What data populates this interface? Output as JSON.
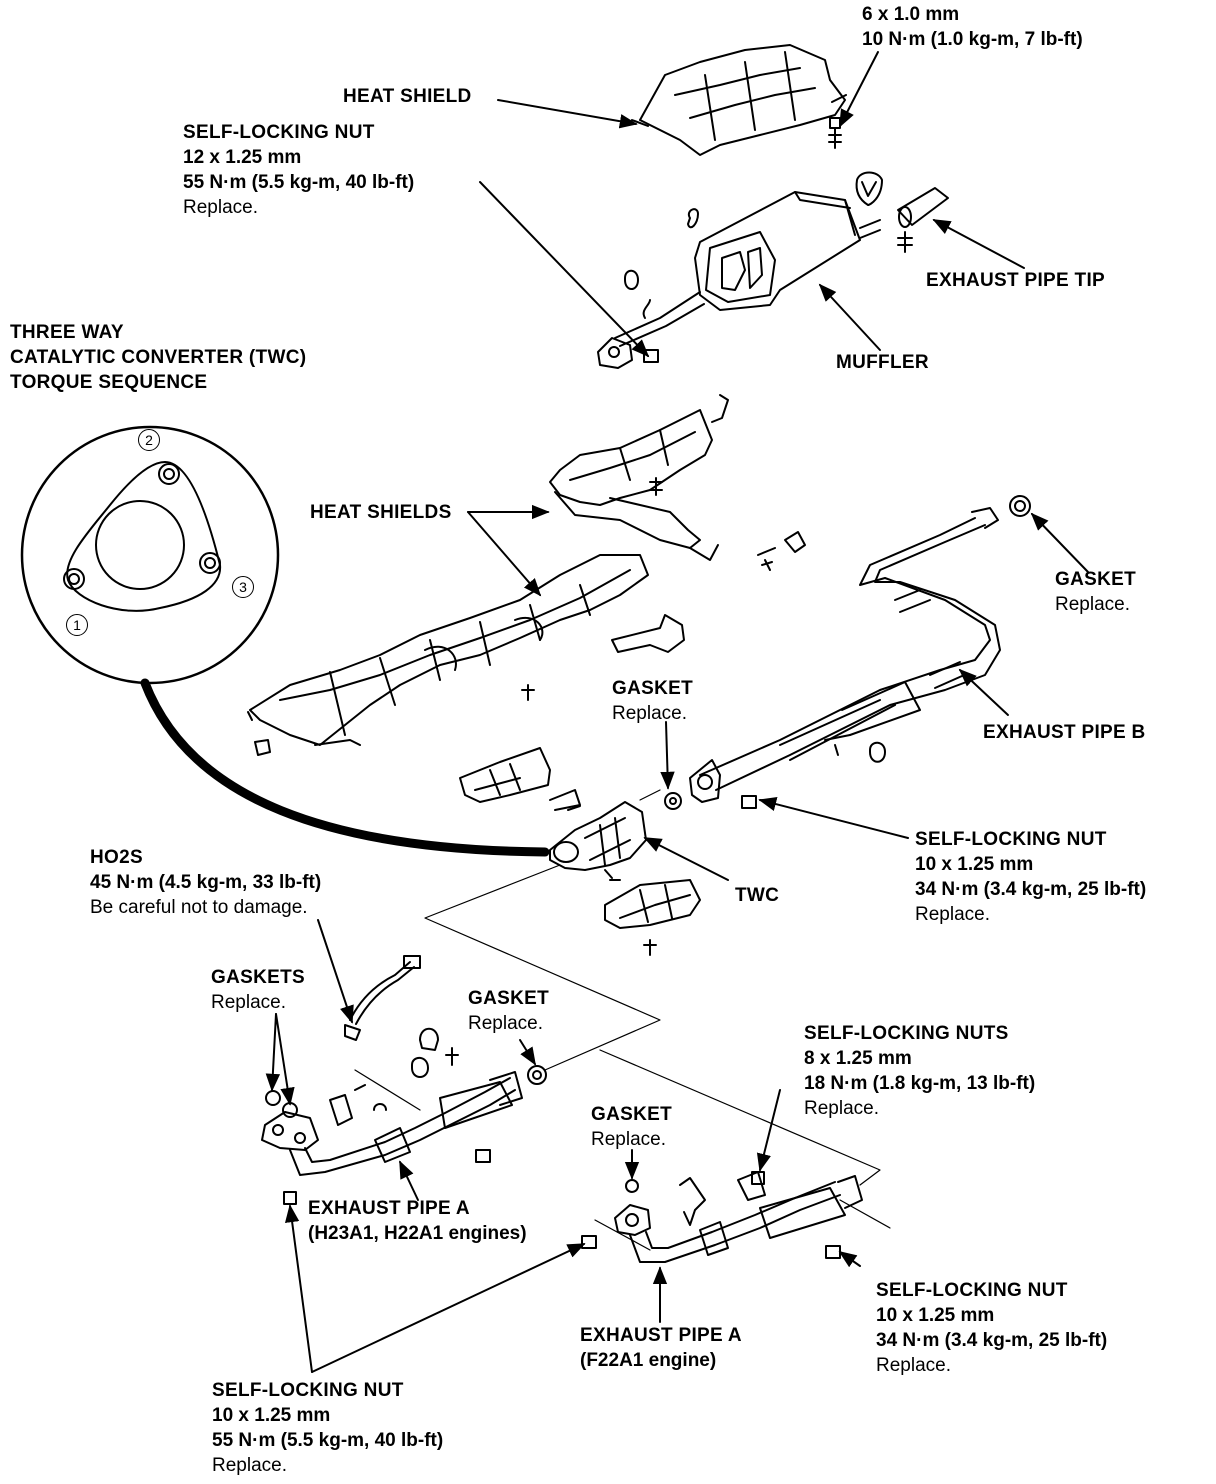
{
  "top_bolt": {
    "size": "6 x 1.0 mm",
    "torque": "10 N·m (1.0 kg-m, 7 lb-ft)"
  },
  "heat_shield": {
    "title": "HEAT SHIELD"
  },
  "muffler_nut": {
    "title": "SELF-LOCKING NUT",
    "size": "12 x 1.25 mm",
    "torque": "55 N·m (5.5 kg-m, 40 lb-ft)",
    "note": "Replace."
  },
  "exhaust_pipe_tip": {
    "title": "EXHAUST PIPE TIP"
  },
  "muffler": {
    "title": "MUFFLER"
  },
  "twc_sequence": {
    "line1": "THREE WAY",
    "line2": "CATALYTIC CONVERTER (TWC)",
    "line3": "TORQUE SEQUENCE",
    "n1": "1",
    "n2": "2",
    "n3": "3"
  },
  "heat_shields": {
    "title": "HEAT SHIELDS"
  },
  "gasket_b": {
    "title": "GASKET",
    "note": "Replace."
  },
  "gasket_twc": {
    "title": "GASKET",
    "note": "Replace."
  },
  "exhaust_pipe_b": {
    "title": "EXHAUST PIPE B"
  },
  "twc_nut": {
    "title": "SELF-LOCKING NUT",
    "size": "10 x 1.25 mm",
    "torque": "34 N·m (3.4 kg-m, 25 lb-ft)",
    "note": "Replace."
  },
  "twc": {
    "title": "TWC"
  },
  "ho2s": {
    "title": "HO2S",
    "torque": "45 N·m (4.5 kg-m, 33 lb-ft)",
    "note": "Be careful not to damage."
  },
  "gaskets_a": {
    "title": "GASKETS",
    "note": "Replace."
  },
  "gasket_a_top": {
    "title": "GASKET",
    "note": "Replace."
  },
  "nuts_8": {
    "title": "SELF-LOCKING NUTS",
    "size": "8 x 1.25 mm",
    "torque": "18 N·m (1.8 kg-m, 13 lb-ft)",
    "note": "Replace."
  },
  "gasket_f22": {
    "title": "GASKET",
    "note": "Replace."
  },
  "exhaust_pipe_a_h": {
    "title": "EXHAUST PIPE A",
    "engines": "(H23A1, H22A1 engines)"
  },
  "nut_right_bottom": {
    "title": "SELF-LOCKING NUT",
    "size": "10 x 1.25 mm",
    "torque": "34 N·m (3.4 kg-m, 25 lb-ft)",
    "note": "Replace."
  },
  "exhaust_pipe_a_f": {
    "title": "EXHAUST PIPE A",
    "engines": "(F22A1 engine)"
  },
  "nut_bottom_left": {
    "title": "SELF-LOCKING NUT",
    "size": "10 x 1.25 mm",
    "torque": "55 N·m (5.5 kg-m, 40 lb-ft)",
    "note": "Replace."
  }
}
